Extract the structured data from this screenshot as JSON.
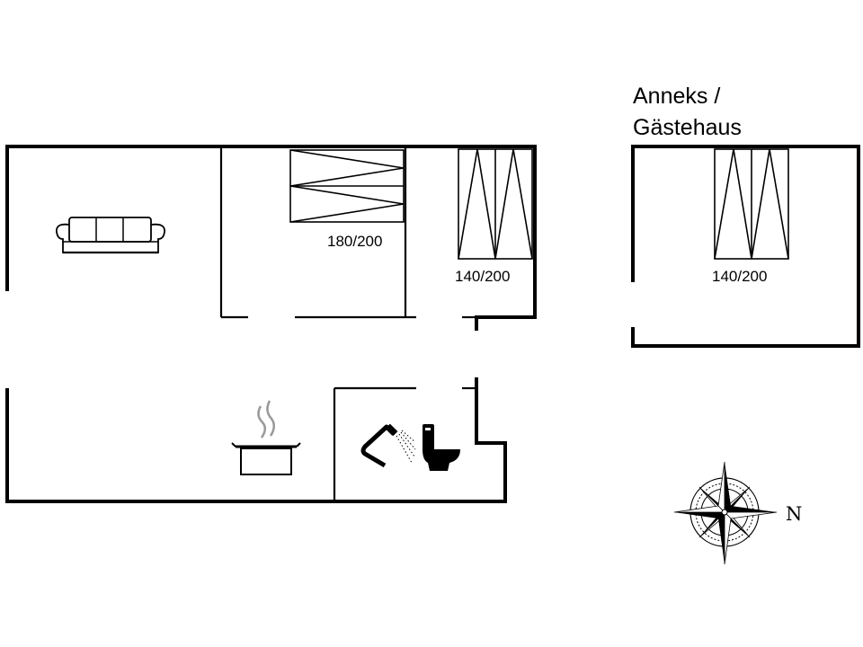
{
  "annex": {
    "title_line1": "Anneks /",
    "title_line2": "Gästehaus"
  },
  "beds": {
    "bedroom1": "180/200",
    "bedroom2": "140/200",
    "annex_bed": "140/200"
  },
  "compass": {
    "north_label": "N"
  },
  "icons": [
    "sofa-icon",
    "cooking-pot-icon",
    "shower-icon",
    "toilet-icon",
    "compass-rose-icon"
  ]
}
